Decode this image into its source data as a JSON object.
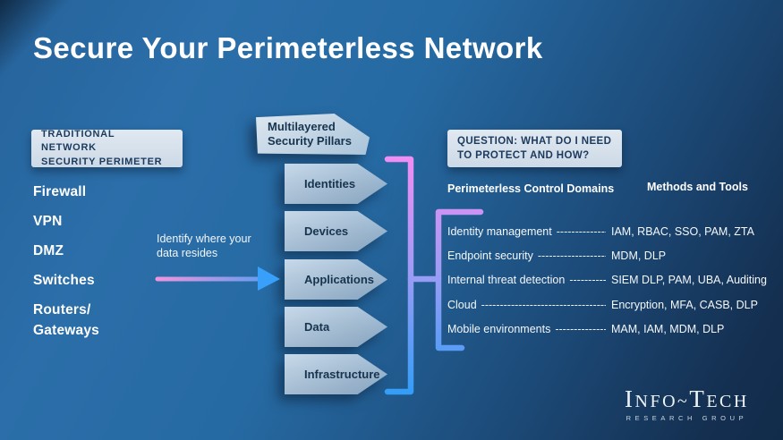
{
  "title": "Secure Your Perimeterless Network",
  "colors": {
    "background_top": "#2b6ea9",
    "background_bottom": "#112b4a",
    "accent_pink": "#f18ef1",
    "accent_blue": "#2f9df8",
    "panel_light": "#dce6ef",
    "text_dark": "#1b3a5e",
    "text_light": "#ffffff"
  },
  "traditional": {
    "heading": "TRADITIONAL NETWORK\nSECURITY PERIMETER",
    "items": [
      "Firewall",
      "VPN",
      "DMZ",
      "Switches",
      "Routers/\nGateways"
    ]
  },
  "identify": {
    "label": "Identify where your\ndata resides"
  },
  "pillars": {
    "header": "Multilayered\nSecurity Pillars",
    "items": [
      "Identities",
      "Devices",
      "Applications",
      "Data",
      "Infrastructure"
    ]
  },
  "question": {
    "heading": "QUESTION: WHAT DO I NEED\nTO PROTECT AND HOW?"
  },
  "domains": {
    "col1_header": "Perimeterless Control Domains",
    "col2_header": "Methods and Tools",
    "rows": [
      {
        "domain": "Identity management",
        "dashes": "---------------",
        "methods": "IAM, RBAC, SSO, PAM,  ZTA"
      },
      {
        "domain": "Endpoint security",
        "dashes": "---------------------",
        "methods": "MDM, DLP"
      },
      {
        "domain": "Internal threat detection",
        "dashes": "----------",
        "methods": "SIEM DLP, PAM, UBA, Auditing"
      },
      {
        "domain": "Cloud",
        "dashes": "------------------------------------",
        "methods": "Encryption, MFA, CASB, DLP"
      },
      {
        "domain": "Mobile environments",
        "dashes": "---------------",
        "methods": "MAM, IAM, MDM, DLP"
      }
    ]
  },
  "logo": {
    "part_i": "I",
    "part_nfo": "NFO",
    "tilde": "~",
    "part_t": "T",
    "part_ech": "ECH",
    "subtitle": "RESEARCH GROUP"
  }
}
